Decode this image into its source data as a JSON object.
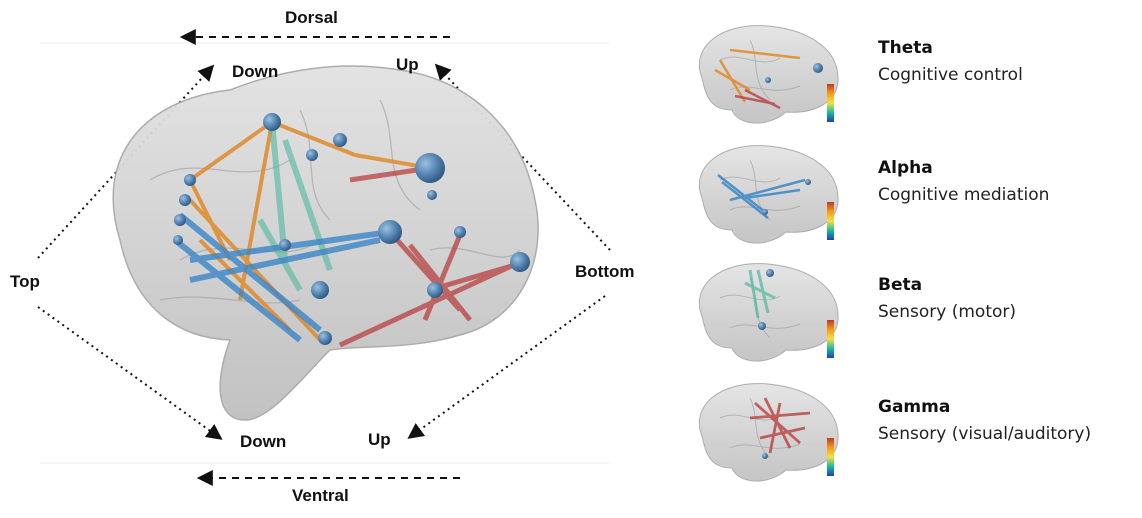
{
  "main": {
    "labels": {
      "dorsal": "Dorsal",
      "ventral": "Ventral",
      "top": "Top",
      "bottom": "Bottom",
      "down_upper": "Down",
      "up_upper": "Up",
      "down_lower": "Down",
      "up_lower": "Up"
    }
  },
  "bands": [
    {
      "name": "Theta",
      "description": "Cognitive control",
      "edge_color": "#e08a2a"
    },
    {
      "name": "Alpha",
      "description": "Cognitive mediation",
      "edge_color": "#3a86c8"
    },
    {
      "name": "Beta",
      "description": "Sensory (motor)",
      "edge_color": "#4fb8a0"
    },
    {
      "name": "Gamma",
      "description": "Sensory (visual/auditory)",
      "edge_color": "#b84040"
    }
  ],
  "colors": {
    "brain": "#d4d4d4",
    "node": "#5a8bb8",
    "theta_edge": "#e08a2a",
    "alpha_edge": "#3a86c8",
    "beta_edge": "#4fb8a0",
    "gamma_edge": "#b84040"
  }
}
